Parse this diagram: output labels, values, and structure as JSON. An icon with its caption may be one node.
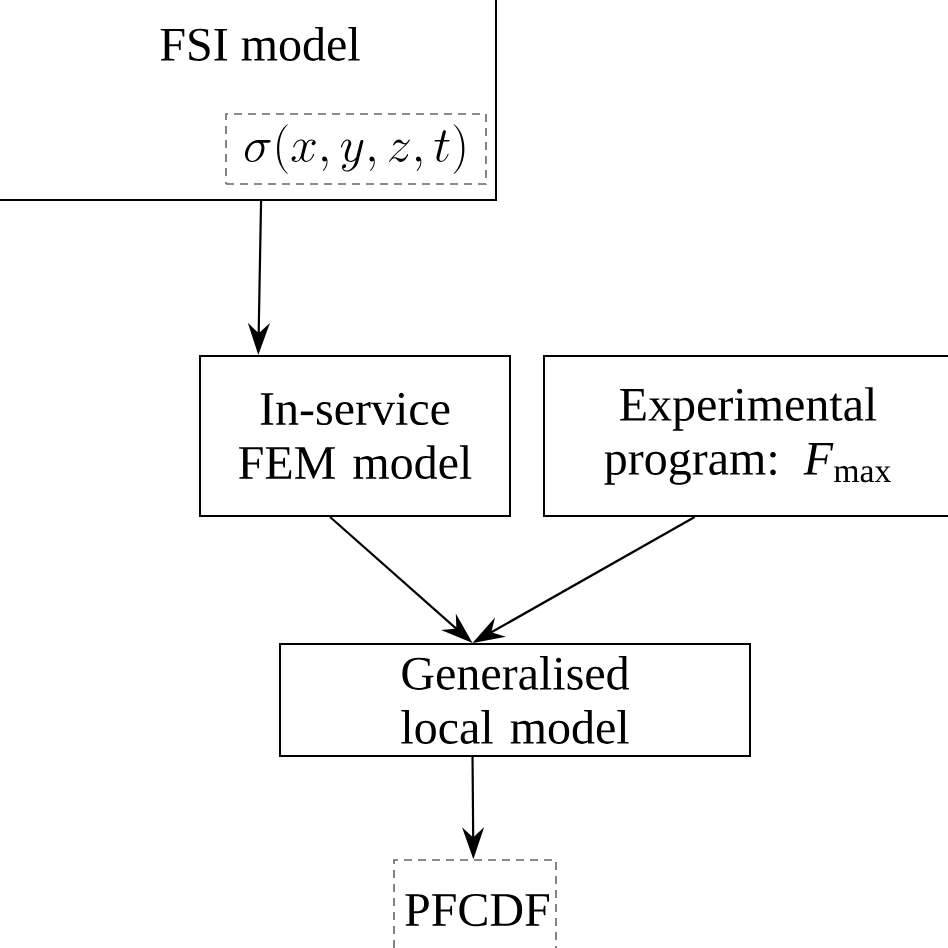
{
  "diagram": {
    "nodes": [
      {
        "text": [
          "FSI model"
        ]
      },
      {
        "text": [
          "\\sigma(x,y,z,t)"
        ],
        "in": 0
      },
      {
        "text": [
          "In-service FEM model"
        ]
      },
      {
        "text": [
          "Experimental program: *F*$_{max}$"
        ]
      },
      {
        "text": [
          "Generalised local model"
        ]
      },
      {
        "text": [
          "PFCDF"
        ]
      }
    ],
    "edges": [
      {
        "from": 0,
        "to": 2,
        "arrow": "to"
      },
      {
        "from": 2,
        "to": 4,
        "arrow": "to"
      },
      {
        "from": 3,
        "to": 4,
        "arrow": "to"
      },
      {
        "from": 4,
        "to": 5,
        "arrow": "to"
      }
    ]
  }
}
